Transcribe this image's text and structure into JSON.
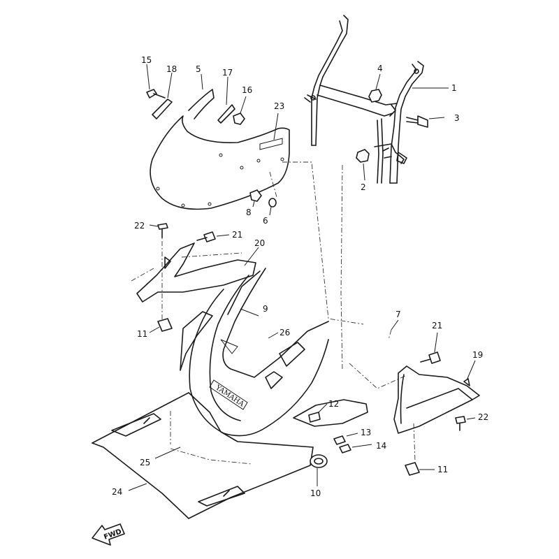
{
  "diagram": {
    "callouts": {
      "c1": "1",
      "c2": "2",
      "c3": "3",
      "c4": "4",
      "c5": "5",
      "c6": "6",
      "c7": "7",
      "c8": "8",
      "c9": "9",
      "c10": "10",
      "c11a": "11",
      "c11b": "11",
      "c12": "12",
      "c13": "13",
      "c14": "14",
      "c15": "15",
      "c16": "16",
      "c17": "17",
      "c18": "18",
      "c19": "19",
      "c20": "20",
      "c21a": "21",
      "c21b": "21",
      "c22a": "22",
      "c22b": "22",
      "c23": "23",
      "c24": "24",
      "c25": "25",
      "c26": "26"
    },
    "fwd_label": "FWD",
    "brand_label": "YAMAHA"
  }
}
